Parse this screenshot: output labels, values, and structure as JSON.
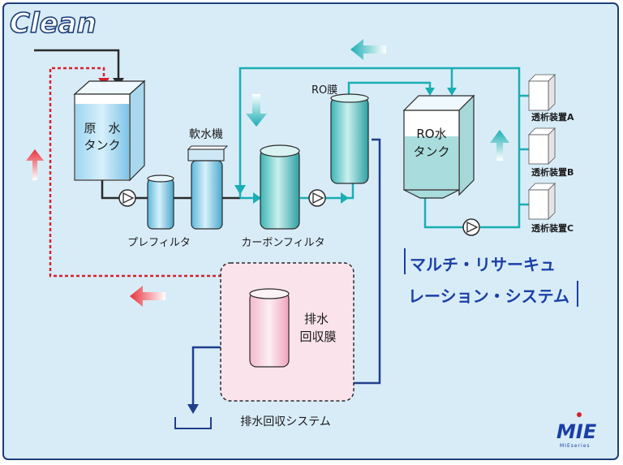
{
  "header": {
    "title": "Clean"
  },
  "components": {
    "raw_tank": {
      "line1": "原　水",
      "line2": "タンク"
    },
    "softener": "軟水機",
    "prefilter": "プレフィルタ",
    "carbon_filter": "カーボンフィルタ",
    "ro_membrane": "RO膜",
    "ro_tank": {
      "line1": "RO水",
      "line2": "タンク"
    },
    "dialysis": [
      "透析装置A",
      "透析装置B",
      "透析装置C"
    ],
    "drain_membrane": {
      "line1": "排水",
      "line2": "回収膜"
    },
    "drain_system": "排水回収システム"
  },
  "system_title": {
    "line1": "マルチ・リサーキュ",
    "line2": "レーション・システム"
  },
  "logo": {
    "main": "MIE",
    "sub": "MIEseries"
  },
  "colors": {
    "background": "#d8ecf8",
    "frame": "#1c3f7a",
    "teal_pipe": "#1aaeb4",
    "dark_pipe": "#2a2a2a",
    "navy_pipe": "#1f3f8c",
    "red_dotted": "#d8202a",
    "title_blue": "#1a3fa6",
    "drain_box": "#fbe3ec"
  }
}
